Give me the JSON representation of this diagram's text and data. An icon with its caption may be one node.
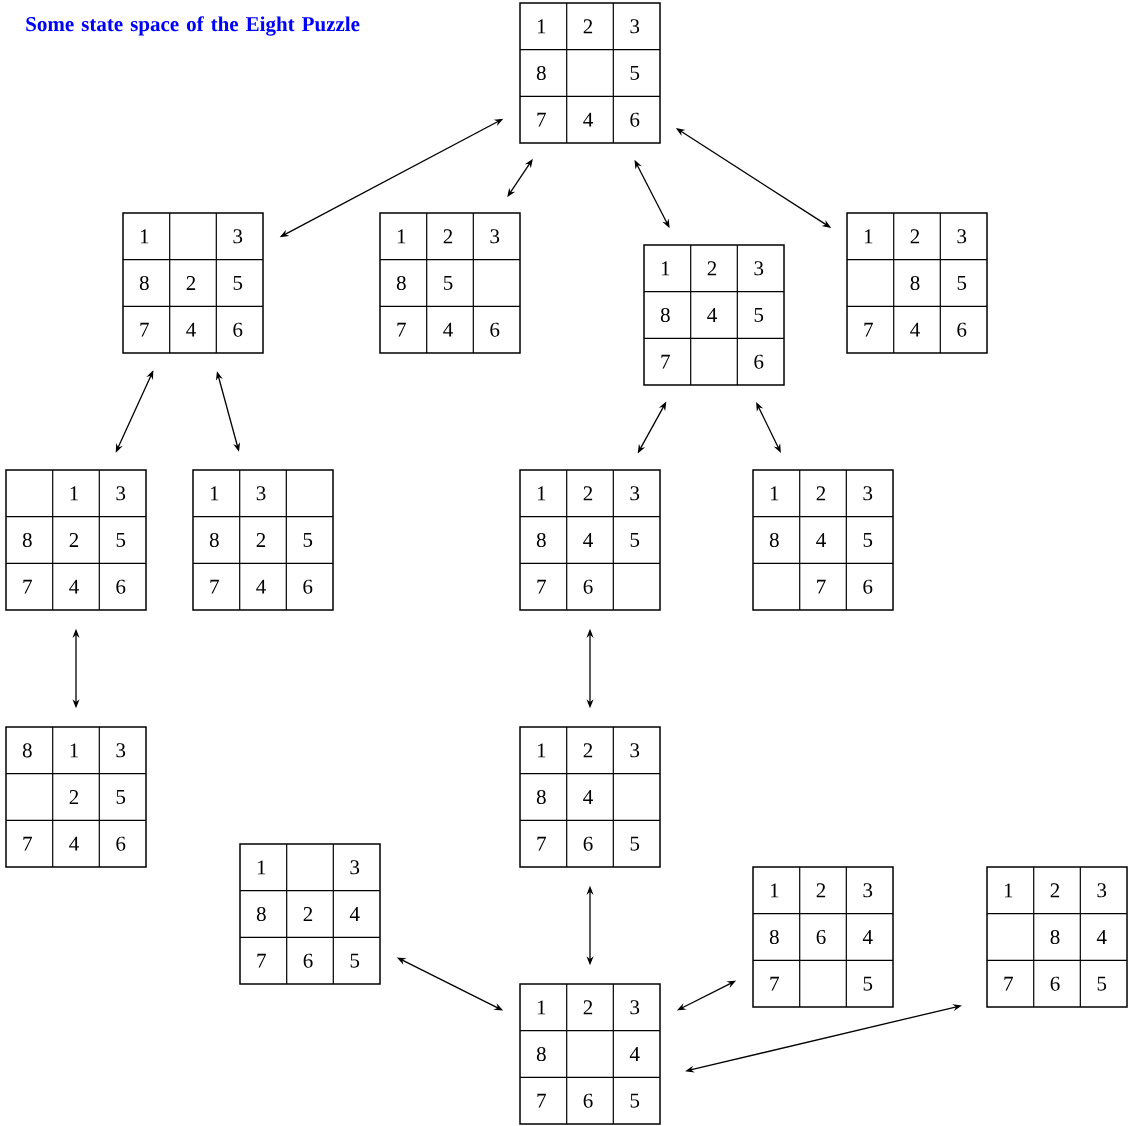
{
  "diagram": {
    "title": "Some state space of the Eight Puzzle",
    "nodes": [
      {
        "text": [
          "1",
          "2",
          "3",
          "8",
          "5",
          "7",
          "4",
          "6"
        ]
      },
      {
        "text": [
          "1",
          "3",
          "8",
          "2",
          "5",
          "7",
          "4",
          "6"
        ]
      },
      {
        "text": [
          "1",
          "2",
          "3",
          "8",
          "5",
          "7",
          "4",
          "6"
        ]
      },
      {
        "text": [
          "1",
          "2",
          "3",
          "8",
          "4",
          "5",
          "7",
          "6"
        ]
      },
      {
        "text": [
          "1",
          "2",
          "3",
          "8",
          "5",
          "7",
          "4",
          "6"
        ]
      },
      {
        "text": [
          "1",
          "3",
          "8",
          "2",
          "5",
          "7",
          "4",
          "6"
        ]
      },
      {
        "text": [
          "1",
          "3",
          "8",
          "2",
          "5",
          "7",
          "4",
          "6"
        ]
      },
      {
        "text": [
          "1",
          "2",
          "3",
          "8",
          "4",
          "5",
          "7",
          "6"
        ]
      },
      {
        "text": [
          "1",
          "2",
          "3",
          "8",
          "4",
          "5",
          "7",
          "6"
        ]
      },
      {
        "text": [
          "8",
          "1",
          "3",
          "2",
          "5",
          "7",
          "4",
          "6"
        ]
      },
      {
        "text": [
          "1",
          "2",
          "3",
          "8",
          "4",
          "7",
          "6",
          "5"
        ]
      },
      {
        "text": [
          "1",
          "3",
          "8",
          "2",
          "4",
          "7",
          "6",
          "5"
        ]
      },
      {
        "text": [
          "1",
          "2",
          "3",
          "8",
          "6",
          "4",
          "7",
          "5"
        ]
      },
      {
        "text": [
          "1",
          "2",
          "3",
          "8",
          "4",
          "7",
          "6",
          "5"
        ]
      },
      {
        "text": [
          "1",
          "2",
          "3",
          "8",
          "4",
          "7",
          "6",
          "5"
        ]
      }
    ],
    "edges": [
      {
        "from": 0,
        "to": 1,
        "arrow": "both"
      },
      {
        "from": 0,
        "to": 2,
        "arrow": "both"
      },
      {
        "from": 0,
        "to": 3,
        "arrow": "both"
      },
      {
        "from": 0,
        "to": 4,
        "arrow": "both"
      },
      {
        "from": 1,
        "to": 5,
        "arrow": "both"
      },
      {
        "from": 1,
        "to": 6,
        "arrow": "both"
      },
      {
        "from": 3,
        "to": 7,
        "arrow": "both"
      },
      {
        "from": 3,
        "to": 8,
        "arrow": "both"
      },
      {
        "from": 5,
        "to": 9,
        "arrow": "both"
      },
      {
        "from": 7,
        "to": 10,
        "arrow": "both"
      },
      {
        "from": 10,
        "to": 14,
        "arrow": "both"
      },
      {
        "from": 11,
        "to": 14,
        "arrow": "both"
      },
      {
        "from": 14,
        "to": 12,
        "arrow": "both"
      },
      {
        "from": 14,
        "to": 13,
        "arrow": "both"
      }
    ]
  }
}
